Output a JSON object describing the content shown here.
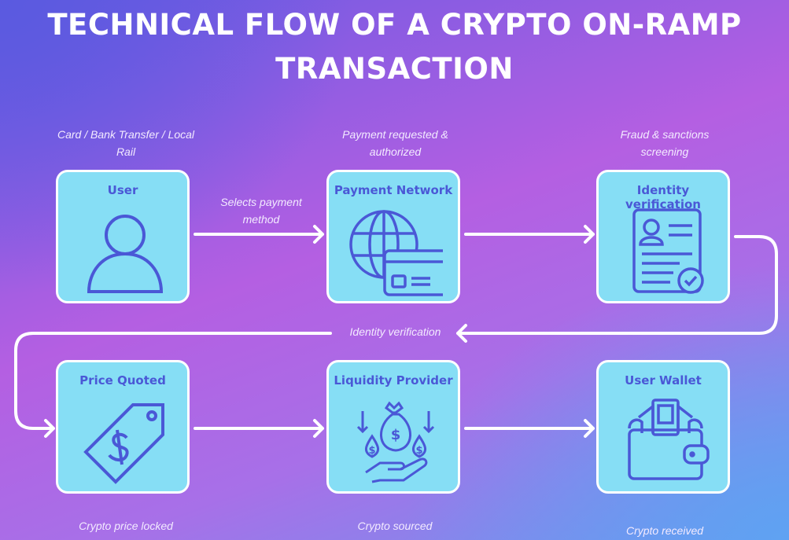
{
  "title_lines": [
    "TECHNICAL FLOW OF A CRYPTO ON-RAMP",
    "TRANSACTION"
  ],
  "colors": {
    "box": "#86def5",
    "icon": "#4a58d6",
    "arrow": "#ffffff"
  },
  "nodes": [
    {
      "label": "User",
      "icon": "user-icon",
      "caption": "Card / Bank Transfer / Local Rail"
    },
    {
      "label": "Payment Network",
      "icon": "globe-card-icon",
      "caption": "Payment requested & authorized"
    },
    {
      "label": "Identity verification",
      "icon": "id-document-icon",
      "caption": "Fraud & sanctions screening"
    },
    {
      "label": "Price Quoted",
      "icon": "price-tag-icon",
      "caption": "Crypto price locked"
    },
    {
      "label": "Liquidity Provider",
      "icon": "money-bag-hand-icon",
      "caption": "Crypto sourced"
    },
    {
      "label": "User Wallet",
      "icon": "wallet-icon",
      "caption": "Crypto received"
    }
  ],
  "edges": [
    {
      "from": "User",
      "to": "Payment Network",
      "label": "Selects payment method"
    },
    {
      "from": "Payment Network",
      "to": "Identity verification",
      "label": ""
    },
    {
      "from": "Identity verification",
      "to": "Price Quoted",
      "label": "Identity verification"
    },
    {
      "from": "Price Quoted",
      "to": "Liquidity Provider",
      "label": ""
    },
    {
      "from": "Liquidity Provider",
      "to": "User Wallet",
      "label": ""
    }
  ]
}
